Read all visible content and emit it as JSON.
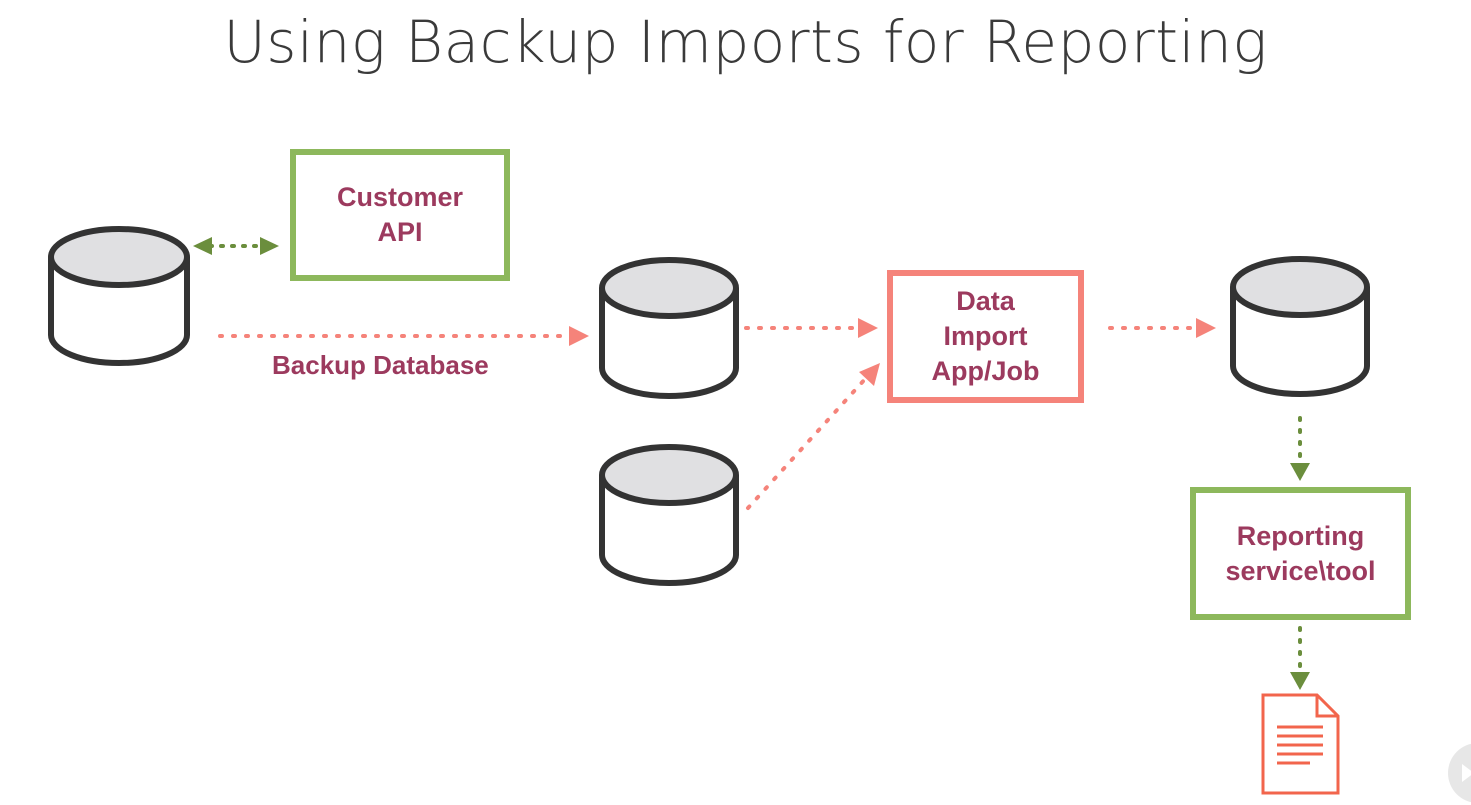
{
  "title": "Using Backup Imports for Reporting",
  "nodes": {
    "customer_api": "Customer\nAPI",
    "data_import": "Data\nImport\nApp/Job",
    "reporting": "Reporting\nservice\\tool"
  },
  "edge_labels": {
    "backup_database": "Backup Database"
  },
  "colors": {
    "green": "#8db85c",
    "green_arrow": "#6b8e3d",
    "red": "#f5837a",
    "text": "#9c3a5e",
    "db_outline": "#333333",
    "db_top": "#e0e0e2"
  }
}
